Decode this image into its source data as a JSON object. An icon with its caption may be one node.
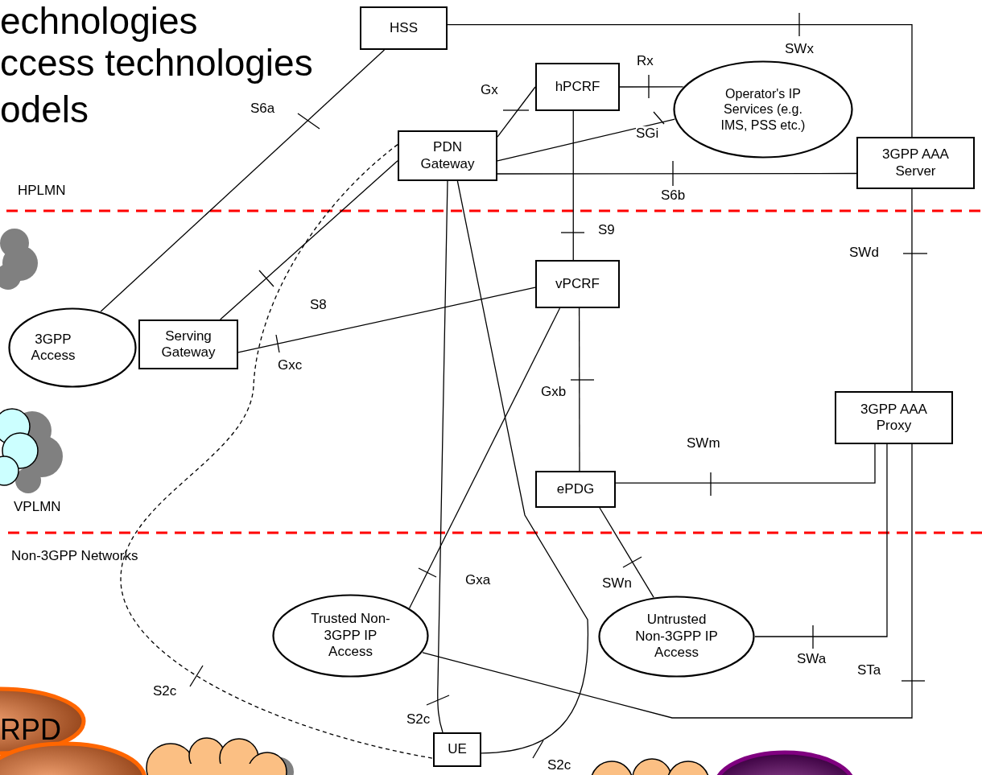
{
  "diagram": {
    "nodes": [
      {
        "text": [
          "HSS"
        ]
      },
      {
        "text": [
          "hPCRF"
        ]
      },
      {
        "text": [
          "Operator's IP Services (e.g. IMS, PSS etc.)"
        ]
      },
      {
        "text": [
          "PDN Gateway"
        ]
      },
      {
        "text": [
          "3GPP AAA Server"
        ]
      },
      {
        "text": [
          "vPCRF"
        ]
      },
      {
        "text": [
          "3GPP Access"
        ]
      },
      {
        "text": [
          "Serving Gateway"
        ]
      },
      {
        "text": [
          "3GPP AAA Proxy"
        ]
      },
      {
        "text": [
          "ePDG"
        ]
      },
      {
        "text": [
          "Trusted Non-3GPP IP Access"
        ]
      },
      {
        "text": [
          "Untrusted Non-3GPP IP Access"
        ]
      },
      {
        "text": [
          "UE"
        ]
      }
    ],
    "edges": [
      {
        "from": 0,
        "to": 6,
        "arrow": "none",
        "label": "S6a"
      },
      {
        "from": 0,
        "to": 4,
        "arrow": "none",
        "label": "SWx"
      },
      {
        "from": 1,
        "to": 3,
        "arrow": "none",
        "label": "Gx"
      },
      {
        "from": 1,
        "to": 2,
        "arrow": "none",
        "label": "Rx"
      },
      {
        "from": 3,
        "to": 2,
        "arrow": "none",
        "label": "SGi"
      },
      {
        "from": 3,
        "to": 4,
        "arrow": "none",
        "label": "S6b"
      },
      {
        "from": 1,
        "to": 5,
        "arrow": "none",
        "label": "S9"
      },
      {
        "from": 7,
        "to": 3,
        "arrow": "none",
        "label": "S8"
      },
      {
        "from": 7,
        "to": 5,
        "arrow": "none",
        "label": "Gxc"
      },
      {
        "from": 5,
        "to": 9,
        "arrow": "none",
        "label": "Gxb"
      },
      {
        "from": 5,
        "to": 10,
        "arrow": "none",
        "label": "Gxa"
      },
      {
        "from": 9,
        "to": 8,
        "arrow": "none",
        "label": "SWm"
      },
      {
        "from": 9,
        "to": 11,
        "arrow": "none",
        "label": "SWn"
      },
      {
        "from": 11,
        "to": 8,
        "arrow": "none",
        "label": "SWa"
      },
      {
        "from": 4,
        "to": 8,
        "arrow": "none",
        "label": "SWd"
      },
      {
        "from": 10,
        "to": 8,
        "arrow": "none",
        "label": "STa"
      },
      {
        "from": 3,
        "to": 12,
        "arrow": "none",
        "label": "S2c"
      },
      {
        "from": 3,
        "to": 12,
        "arrow": "none",
        "label": "S2c"
      },
      {
        "from": 3,
        "to": 12,
        "arrow": "none",
        "label": "S2c",
        "style": "dashed"
      }
    ],
    "labels": [
      "echnologies",
      "ccess technologies",
      "odels",
      "HPLMN",
      "VPLMN",
      "Non-3GPP Networks",
      "RPD"
    ]
  }
}
